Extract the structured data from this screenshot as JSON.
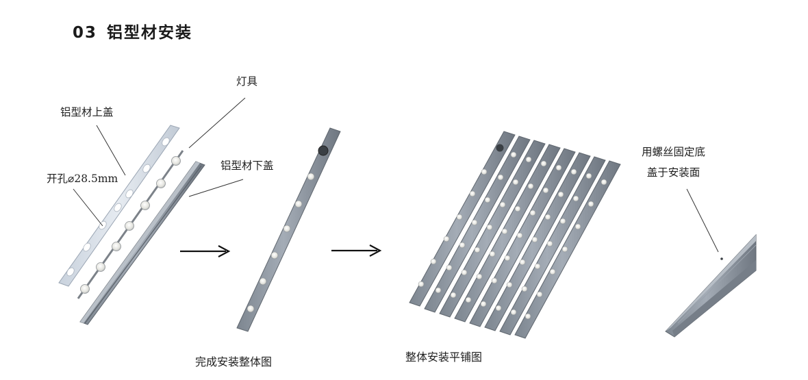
{
  "title": {
    "number": "03",
    "text": "铝型材安装"
  },
  "labels": {
    "lamp": "灯具",
    "top_cover": "铝型材上盖",
    "hole": "开孔⌀28.5mm",
    "bottom_cover": "铝型材下盖",
    "screw_line1": "用螺丝固定底",
    "screw_line2": "盖于安装面"
  },
  "captions": {
    "complete_assembly": "完成安装整体图",
    "flat_layout": "整体安装平铺图"
  },
  "colors": {
    "profile_fill": "#8e97a2",
    "profile_dark": "#6b737d",
    "cover_fill": "#d6dde7",
    "led": "#e6e6e0",
    "arrow": "#111111"
  },
  "icons": [
    "arrow-right-icon",
    "arrow-right-icon"
  ]
}
